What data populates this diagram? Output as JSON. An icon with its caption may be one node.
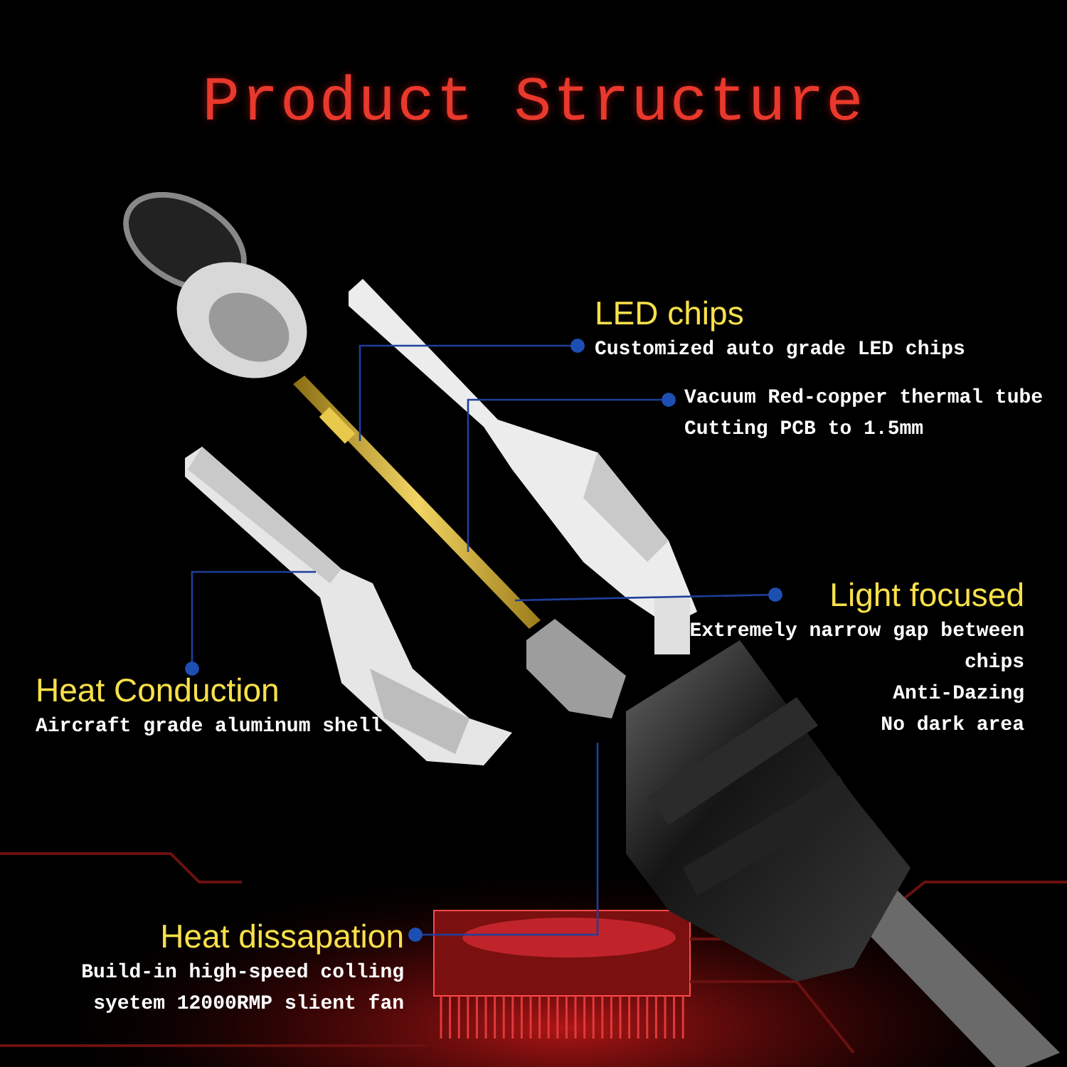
{
  "diagram": {
    "title": "Product Structure",
    "nodes": [
      {
        "text": [
          "LED chips",
          "Customized auto grade LED chips"
        ]
      },
      {
        "text": [
          "Vacuum Red-copper thermal tube",
          "Cutting PCB to **1.5mm**"
        ]
      },
      {
        "text": [
          "Light focused",
          "Extremely narrow gap between chips",
          "Anti-Dazing",
          "No dark area"
        ]
      },
      {
        "text": [
          "Heat Conduction",
          "Aircraft grade aluminum shell"
        ]
      },
      {
        "text": [
          "Heat dissapation",
          "Build-in high-speed colling syetem 12000RMP slient fan"
        ]
      },
      {
        "text": [],
        "shape": "picture"
      },
      {
        "text": [],
        "shape": "picture"
      },
      {
        "text": [],
        "shape": "picture"
      }
    ],
    "edges": [
      {
        "from": 0,
        "to": 5,
        "arrow": "other"
      },
      {
        "from": 1,
        "to": 5,
        "arrow": "other"
      },
      {
        "from": 2,
        "to": 5,
        "arrow": "other"
      },
      {
        "from": 3,
        "to": 6,
        "arrow": "other"
      },
      {
        "from": 4,
        "to": 7,
        "arrow": "other"
      }
    ]
  }
}
